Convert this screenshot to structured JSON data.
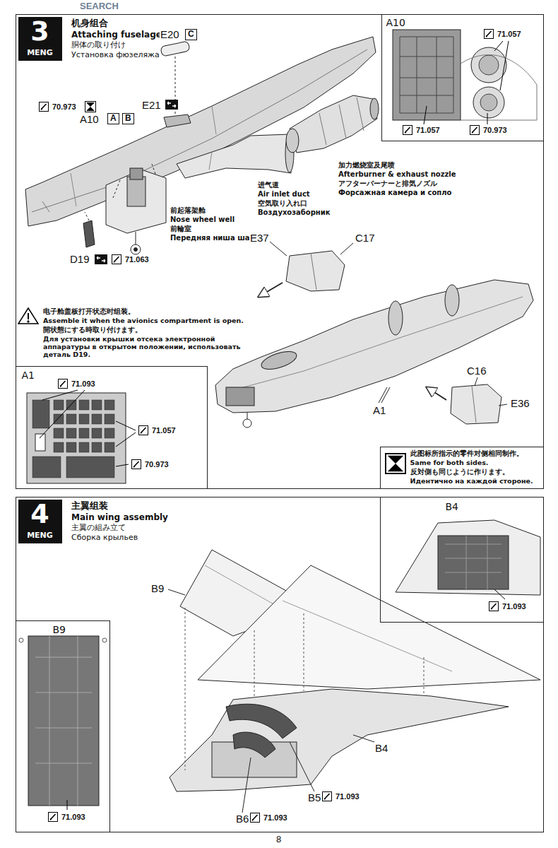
{
  "diagram": {
    "nodes": [
      {
        "text": [
          "机身组合",
          "Attaching fuselage",
          "胴体の取り付け",
          "Установка фюзеляжа"
        ]
      },
      {
        "text": [
          "3",
          "MENG"
        ],
        "in": 0
      },
      {
        "text": [
          "A10"
        ],
        "in": 0
      },
      {
        "text": [
          "A1"
        ],
        "in": 0
      },
      {
        "text": [
          "此图标所指示的零件对侧相同制作。",
          "Same for both sides.",
          "反対側も同じように作ります。",
          "Идентично на каждой стороне."
        ],
        "in": 0
      },
      {
        "text": [
          "主翼组装",
          "Main wing assembly",
          "主翼の組み立て",
          "Сборка крыльев"
        ]
      },
      {
        "text": [
          "4",
          "MENG"
        ],
        "in": 5
      },
      {
        "text": [
          "B4"
        ],
        "in": 5
      },
      {
        "text": [
          "B9"
        ],
        "in": 5
      }
    ],
    "labels": [
      "SEARCH",
      "E20",
      "C",
      "E21",
      "70.973",
      "A10",
      "A",
      "B",
      "前起落架舱",
      "Nose wheel well",
      "前輪室",
      "Передняя ниша шасси",
      "D19",
      "71.063",
      "进气道",
      "Air inlet duct",
      "空気取り入れ口",
      "Воздухозаборник",
      "加力燃烧室及尾喷",
      "Afterburner & exhaust nozzle",
      "アフターバーナーと排気ノズル",
      "Форсажная камера и сопло",
      "E37",
      "C17",
      "电子舱盖板打开状态时组装。",
      "Assemble it when the avionics compartment is open.",
      "開状態にする時取り付けます。",
      "Для установки крышки отсека электронной аппаратуры в открытом положении, использовать деталь D19.",
      "C16",
      "E36",
      "A1",
      "71.057",
      "71.057",
      "70.973",
      "71.093",
      "71.057",
      "70.973",
      "B9",
      "B4",
      "B5",
      "71.093",
      "B6",
      "71.093",
      "71.093",
      "71.093",
      "8"
    ]
  }
}
